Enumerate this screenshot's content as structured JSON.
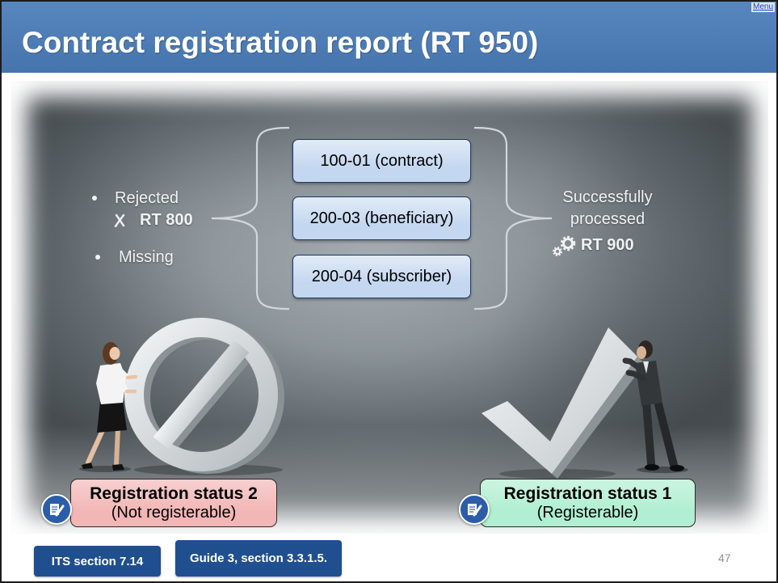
{
  "slide": {
    "title": "Contract registration report (RT 950)",
    "menu_label": "Menu",
    "page_number": "47"
  },
  "rejected": {
    "bullet_1": "Rejected",
    "icon": "cross-mark-icon",
    "code": "RT 800",
    "bullet_2": "Missing"
  },
  "record_types": [
    {
      "label": "100-01 (contract)"
    },
    {
      "label": "200-03 (beneficiary)"
    },
    {
      "label": "200-04 (subscriber)"
    }
  ],
  "processed": {
    "text": "Successfully processed",
    "icon": "gears-icon",
    "code": "RT 900"
  },
  "status_boxes": [
    {
      "title": "Registration status 2",
      "subtitle": "(Not registerable)",
      "color": "#f3b6b6",
      "icon": "form-entry-icon"
    },
    {
      "title": "Registration status 1",
      "subtitle": "(Registerable)",
      "color": "#b0efd1",
      "icon": "form-entry-icon"
    }
  ],
  "references": [
    {
      "label": "ITS section 7.14"
    },
    {
      "label": "Guide 3, section 3.3.1.5."
    }
  ],
  "colors": {
    "header": "#4b7dba",
    "record_box": "#c4d7f0",
    "record_box_border": "#1f3864",
    "reference_button": "#1f4f8e"
  }
}
